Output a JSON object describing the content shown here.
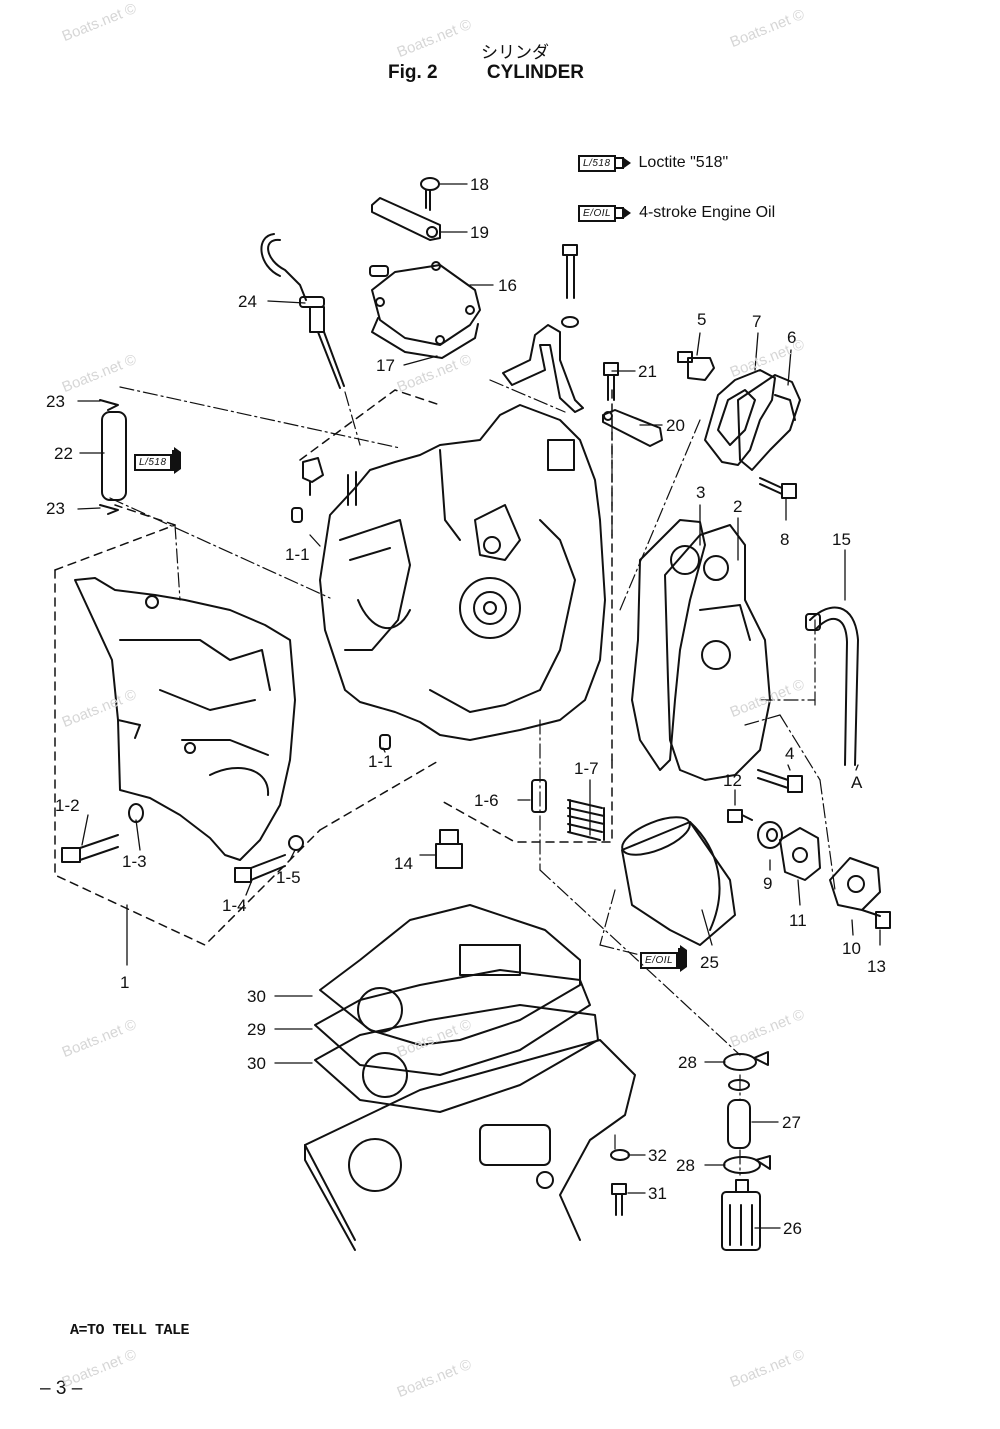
{
  "header": {
    "title_jp": "シリンダ",
    "fig_label": "Fig. 2",
    "title": "CYLINDER"
  },
  "legend": [
    {
      "tube_label": "L/518",
      "text": "Loctite \"518\""
    },
    {
      "tube_label": "E/OIL",
      "text": "4-stroke Engine Oil"
    }
  ],
  "inline_tubes": {
    "loctite": "L/518",
    "oil": "E/OIL"
  },
  "callouts": [
    {
      "id": "c18",
      "text": "18"
    },
    {
      "id": "c19",
      "text": "19"
    },
    {
      "id": "c16",
      "text": "16"
    },
    {
      "id": "c24",
      "text": "24"
    },
    {
      "id": "c17",
      "text": "17"
    },
    {
      "id": "c21",
      "text": "21"
    },
    {
      "id": "c20",
      "text": "20"
    },
    {
      "id": "c5",
      "text": "5"
    },
    {
      "id": "c7",
      "text": "7"
    },
    {
      "id": "c6",
      "text": "6"
    },
    {
      "id": "c23a",
      "text": "23"
    },
    {
      "id": "c22",
      "text": "22"
    },
    {
      "id": "c23b",
      "text": "23"
    },
    {
      "id": "c3",
      "text": "3"
    },
    {
      "id": "c2",
      "text": "2"
    },
    {
      "id": "c8",
      "text": "8"
    },
    {
      "id": "c15",
      "text": "15"
    },
    {
      "id": "c1-1a",
      "text": "1-1"
    },
    {
      "id": "c1-1b",
      "text": "1-1"
    },
    {
      "id": "c1-7",
      "text": "1-7"
    },
    {
      "id": "c1-6",
      "text": "1-6"
    },
    {
      "id": "c4",
      "text": "4"
    },
    {
      "id": "c12",
      "text": "12"
    },
    {
      "id": "cA",
      "text": "A"
    },
    {
      "id": "c1-2",
      "text": "1-2"
    },
    {
      "id": "c1-3",
      "text": "1-3"
    },
    {
      "id": "c1-5",
      "text": "1-5"
    },
    {
      "id": "c1-4",
      "text": "1-4"
    },
    {
      "id": "c14",
      "text": "14"
    },
    {
      "id": "c9",
      "text": "9"
    },
    {
      "id": "c11",
      "text": "11"
    },
    {
      "id": "c10",
      "text": "10"
    },
    {
      "id": "c13",
      "text": "13"
    },
    {
      "id": "c25",
      "text": "25"
    },
    {
      "id": "c1",
      "text": "1"
    },
    {
      "id": "c30a",
      "text": "30"
    },
    {
      "id": "c29",
      "text": "29"
    },
    {
      "id": "c30b",
      "text": "30"
    },
    {
      "id": "c28a",
      "text": "28"
    },
    {
      "id": "c27",
      "text": "27"
    },
    {
      "id": "c28b",
      "text": "28"
    },
    {
      "id": "c32",
      "text": "32"
    },
    {
      "id": "c31",
      "text": "31"
    },
    {
      "id": "c26",
      "text": "26"
    }
  ],
  "footer": {
    "note": "A=TO TELL TALE",
    "page_number": "– 3 –"
  },
  "watermark": "Boats.net ©"
}
